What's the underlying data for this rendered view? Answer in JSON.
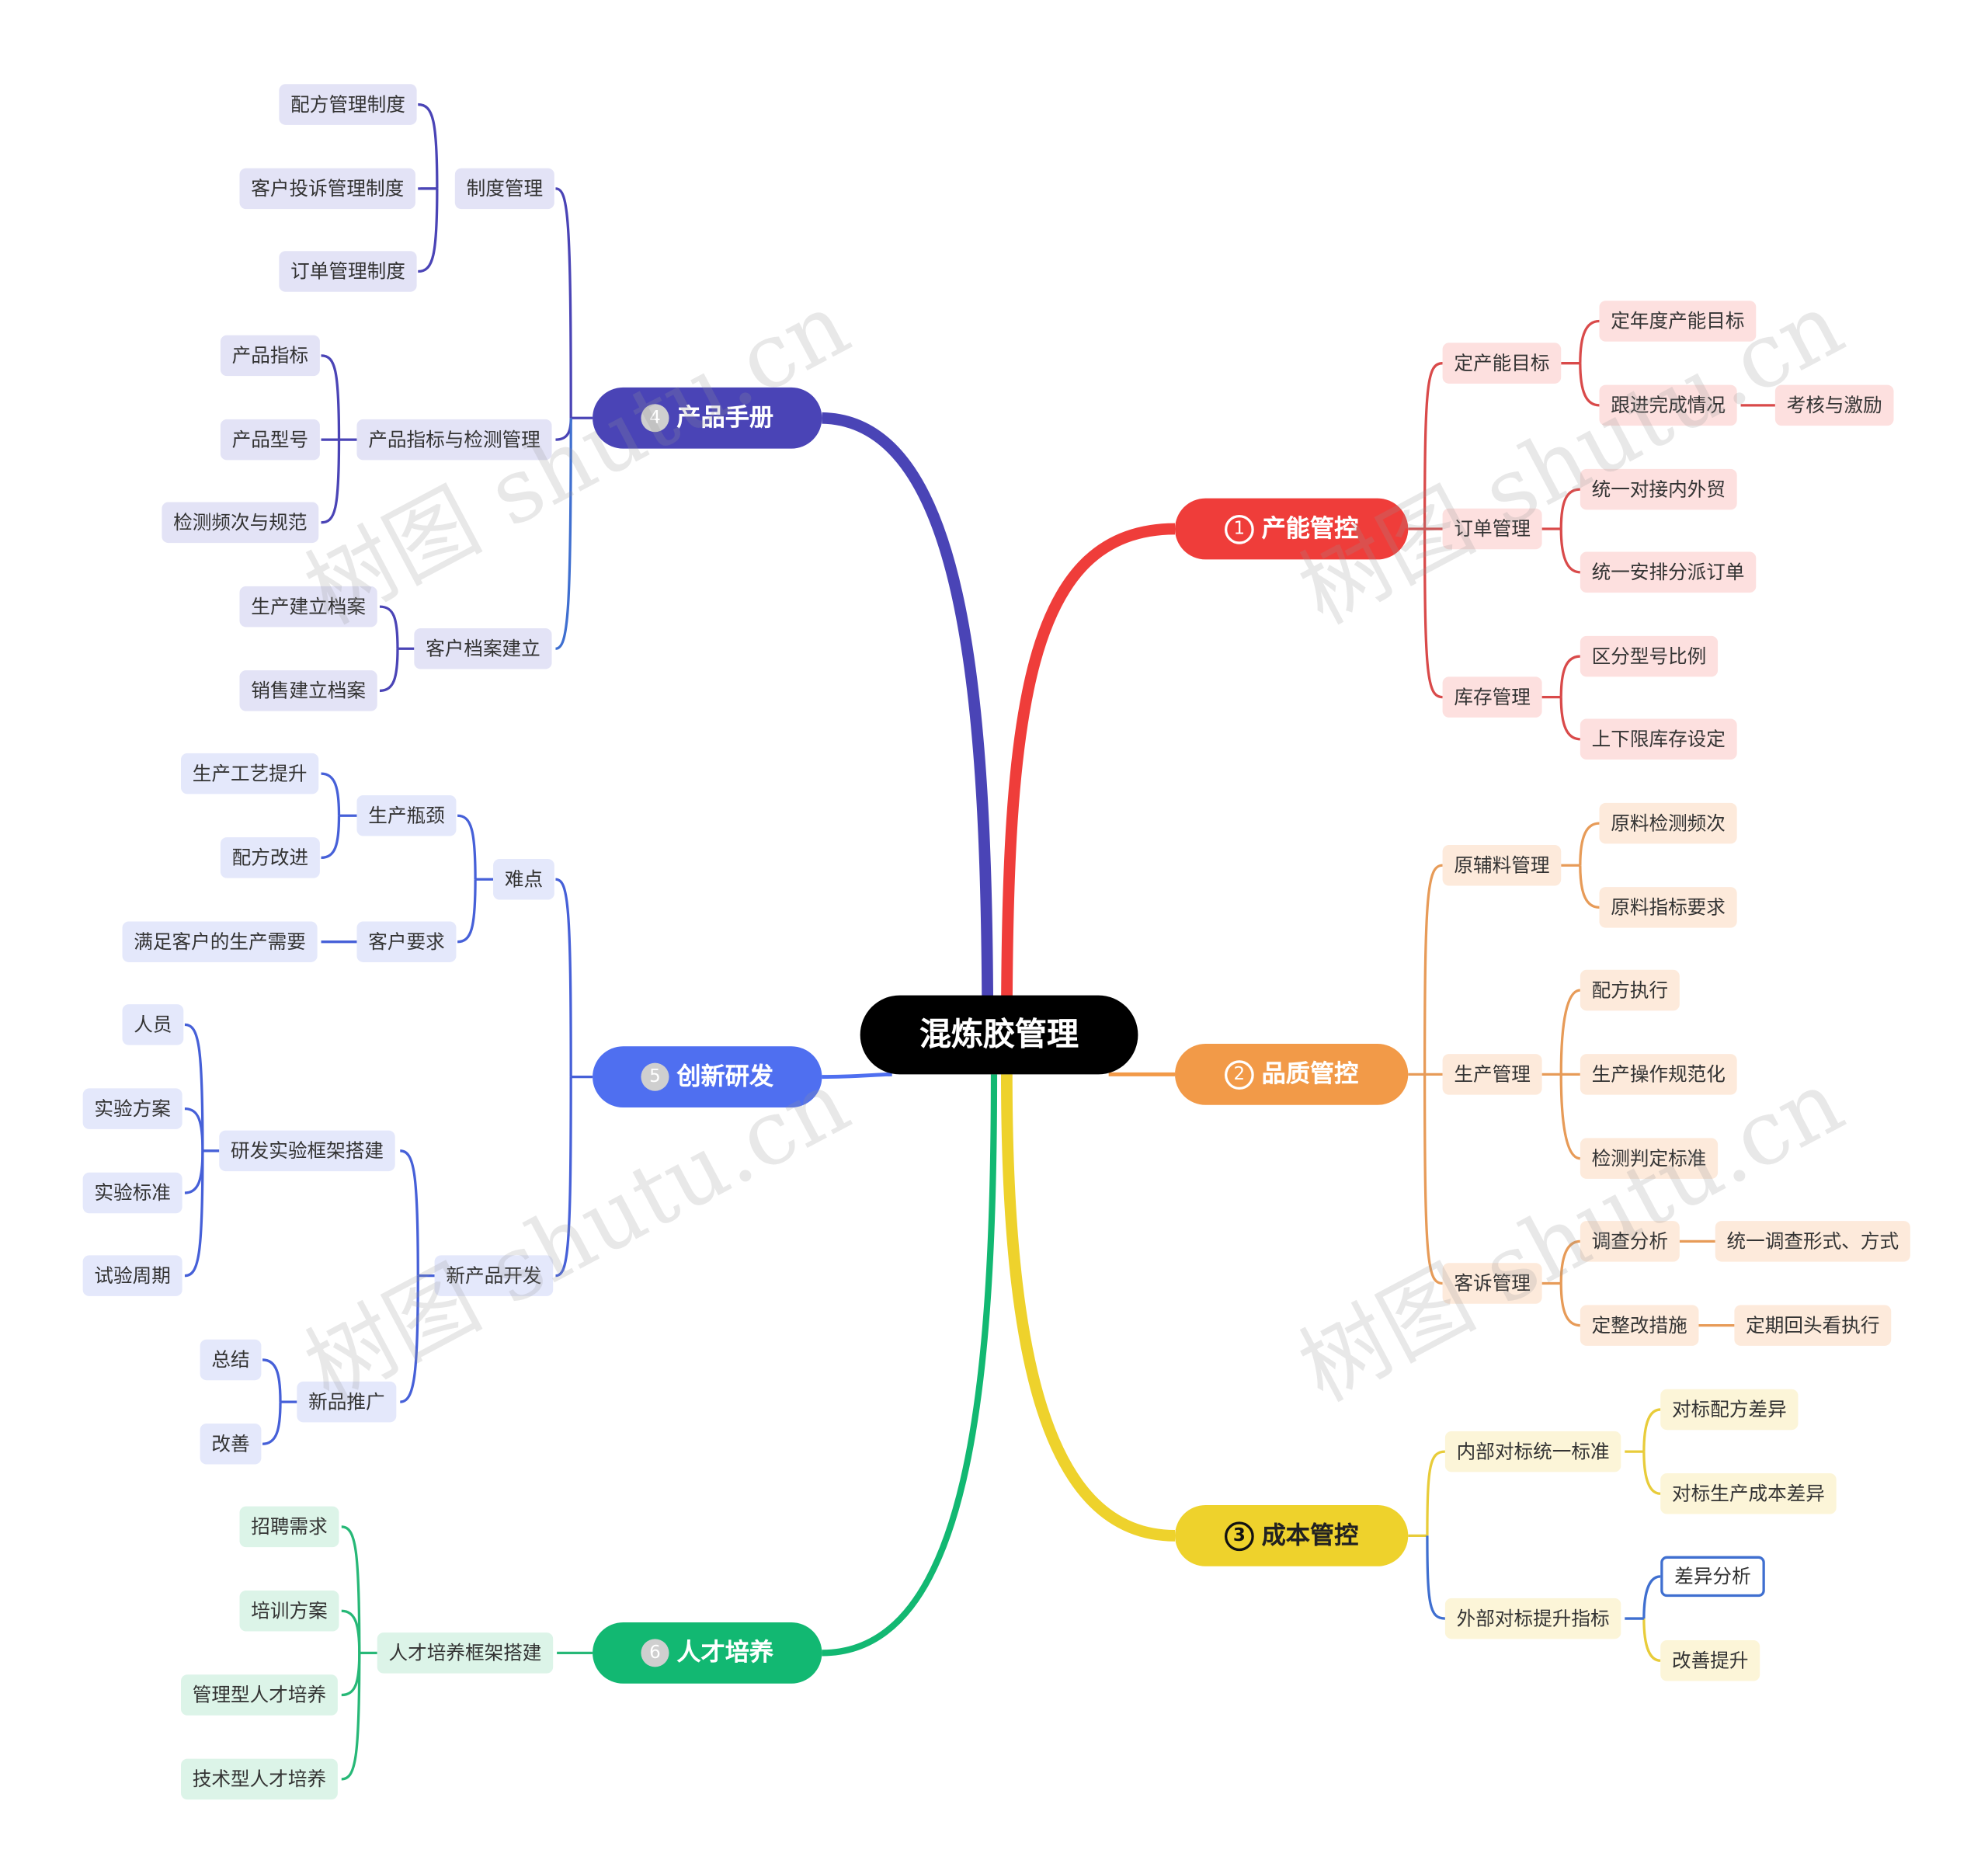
{
  "root": {
    "label": "混炼胶管理"
  },
  "colors": {
    "b1": "#ef3d3a",
    "b2": "#f29a48",
    "b3": "#eed22c",
    "b4": "#4a44b6",
    "b5": "#4f6ff0",
    "b6": "#12b872"
  },
  "branches": {
    "b1": {
      "num": "1",
      "label": "产能管控",
      "dingchan": {
        "label": "定产能目标",
        "c1": "定年度产能目标",
        "c2": "跟进完成情况",
        "c2a": "考核与激励"
      },
      "dingdan": {
        "label": "订单管理",
        "c1": "统一对接内外贸",
        "c2": "统一安排分派订单"
      },
      "kucun": {
        "label": "库存管理",
        "c1": "区分型号比例",
        "c2": "上下限库存设定"
      }
    },
    "b2": {
      "num": "2",
      "label": "品质管控",
      "yuanfuliao": {
        "label": "原辅料管理",
        "c1": "原料检测频次",
        "c2": "原料指标要求"
      },
      "shengchan": {
        "label": "生产管理",
        "c1": "配方执行",
        "c2": "生产操作规范化",
        "c3": "检测判定标准"
      },
      "kesu": {
        "label": "客诉管理",
        "c1": "调查分析",
        "c1a": "统一调查形式、方式",
        "c2": "定整改措施",
        "c2a": "定期回头看执行"
      }
    },
    "b3": {
      "num": "3",
      "label": "成本管控",
      "neibu": {
        "label": "内部对标统一标准",
        "c1": "对标配方差异",
        "c2": "对标生产成本差异"
      },
      "waibu": {
        "label": "外部对标提升指标",
        "c1": "差异分析",
        "c2": "改善提升"
      }
    },
    "b4": {
      "num": "4",
      "label": "产品手册",
      "zhidu": {
        "label": "制度管理",
        "c1": "配方管理制度",
        "c2": "客户投诉管理制度",
        "c3": "订单管理制度"
      },
      "zhibiao": {
        "label": "产品指标与检测管理",
        "c1": "产品指标",
        "c2": "产品型号",
        "c3": "检测频次与规范"
      },
      "dangan": {
        "label": "客户档案建立",
        "c1": "生产建立档案",
        "c2": "销售建立档案"
      }
    },
    "b5": {
      "num": "5",
      "label": "创新研发",
      "nandian": {
        "label": "难点",
        "pingjing": {
          "label": "生产瓶颈",
          "c1": "生产工艺提升",
          "c2": "配方改进"
        },
        "yaoqiu": {
          "label": "客户要求",
          "c1": "满足客户的生产需要"
        }
      },
      "xinchanpin": {
        "label": "新产品开发",
        "kuangjia": {
          "label": "研发实验框架搭建",
          "c1": "人员",
          "c2": "实验方案",
          "c3": "实验标准",
          "c4": "试验周期"
        },
        "tuiguang": {
          "label": "新品推广",
          "c1": "总结",
          "c2": "改善"
        }
      }
    },
    "b6": {
      "num": "6",
      "label": "人才培养",
      "kuangjia": {
        "label": "人才培养框架搭建",
        "c1": "招聘需求",
        "c2": "培训方案",
        "c3": "管理型人才培养",
        "c4": "技术型人才培养"
      }
    }
  },
  "watermark": "树图 shutu.cn"
}
